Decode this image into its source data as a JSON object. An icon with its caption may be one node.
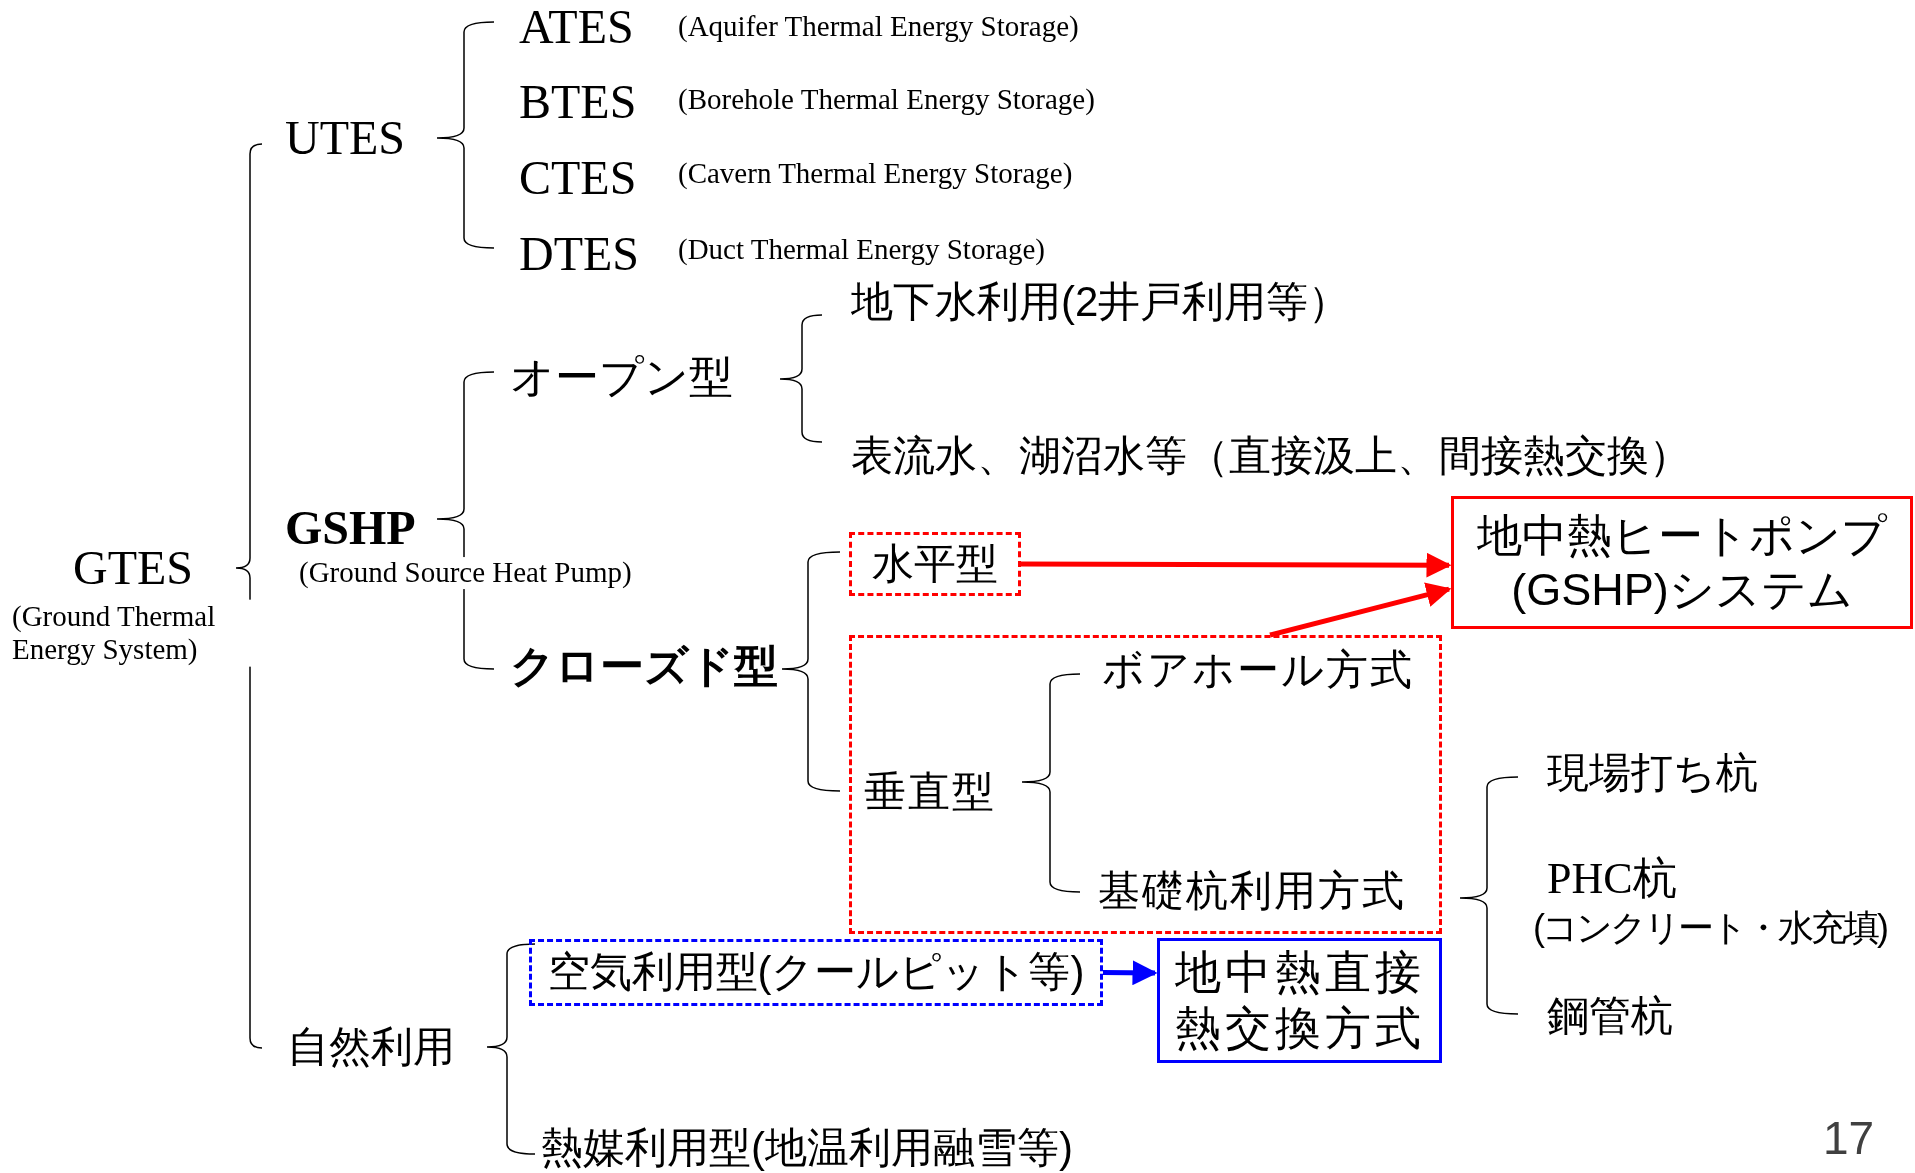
{
  "diagram": {
    "nodes": [
      {
        "text": [
          "水平型"
        ]
      },
      {
        "text": [
          "垂直型",
          "ボアホール方式",
          "基礎杭利用方式"
        ]
      },
      {
        "text": [
          "地中熱ヒートポンプ(GSHP)システム"
        ]
      },
      {
        "text": [
          "空気利用型(クールピット等)"
        ]
      },
      {
        "text": [
          "地中熱直接熱交換方式"
        ]
      }
    ],
    "edges": [
      {
        "from": 0,
        "to": 2,
        "arrow": "to"
      },
      {
        "from": 1,
        "to": 2,
        "arrow": "to"
      },
      {
        "from": 3,
        "to": 4,
        "arrow": "to",
        "color": "#0000ff"
      }
    ],
    "labels": [
      "ATES",
      "(Aquifer Thermal Energy Storage)",
      "BTES",
      "(Borehole Thermal Energy Storage)",
      "CTES",
      "(Cavern Thermal Energy Storage)",
      "DTES",
      "(Duct Thermal Energy Storage)",
      "UTES",
      "地下水利用(2井戸利用等）",
      "オープン型",
      "表流水、湖沼水等（直接汲上、間接熱交換）",
      "GSHP",
      "GTES",
      "(Ground Source Heat Pump)",
      "(Ground Thermal Energy System)",
      "クローズド型",
      "現場打ち杭",
      "PHC杭",
      "(コンクリート・水充填)",
      "鋼管杭",
      "自然利用",
      "熱媒利用型(地温利用融雪等)",
      "17"
    ]
  }
}
